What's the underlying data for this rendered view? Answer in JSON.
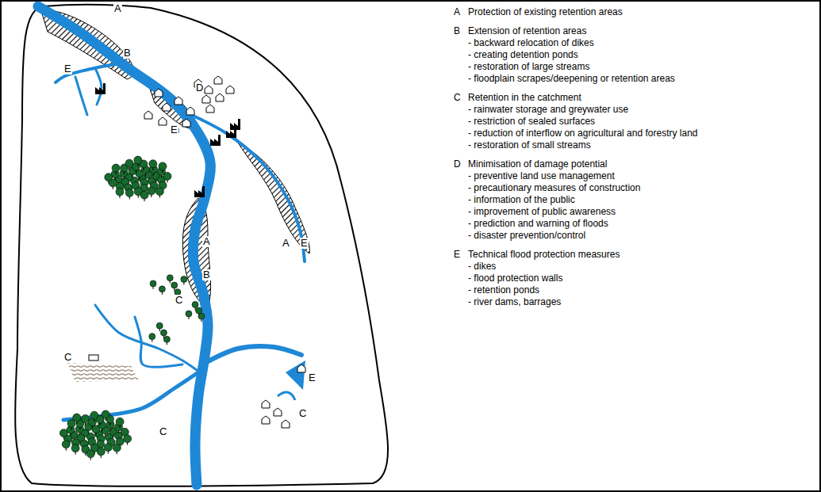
{
  "diagram": {
    "labels": [
      "A",
      "B",
      "E",
      "D",
      "E",
      "A",
      "A",
      "E",
      "B",
      "C",
      "C",
      "C",
      "E",
      "C",
      "A",
      "Protection of existing retention areas",
      "B",
      "Extension of retention areas",
      "- backward relocation of dikes",
      "- creating detention ponds",
      "- restoration of large streams",
      "- floodplain scrapes/deepening or retention areas",
      "C",
      "Retention in the catchment",
      "- rainwater storage and greywater use",
      "- restriction of sealed surfaces",
      "- reduction of interflow on agricultural and forestry land",
      "- restoration of small streams",
      "D",
      "Minimisation of damage potential",
      "- preventive land use management",
      "- precautionary measures of construction",
      "- information of the public",
      "- improvement of public awareness",
      "- prediction and warning of floods",
      "- disaster prevention/control",
      "E",
      "Technical flood protection measures",
      "- dikes",
      "- flood protection walls",
      "- retention ponds",
      "- river dams, barrages"
    ]
  }
}
